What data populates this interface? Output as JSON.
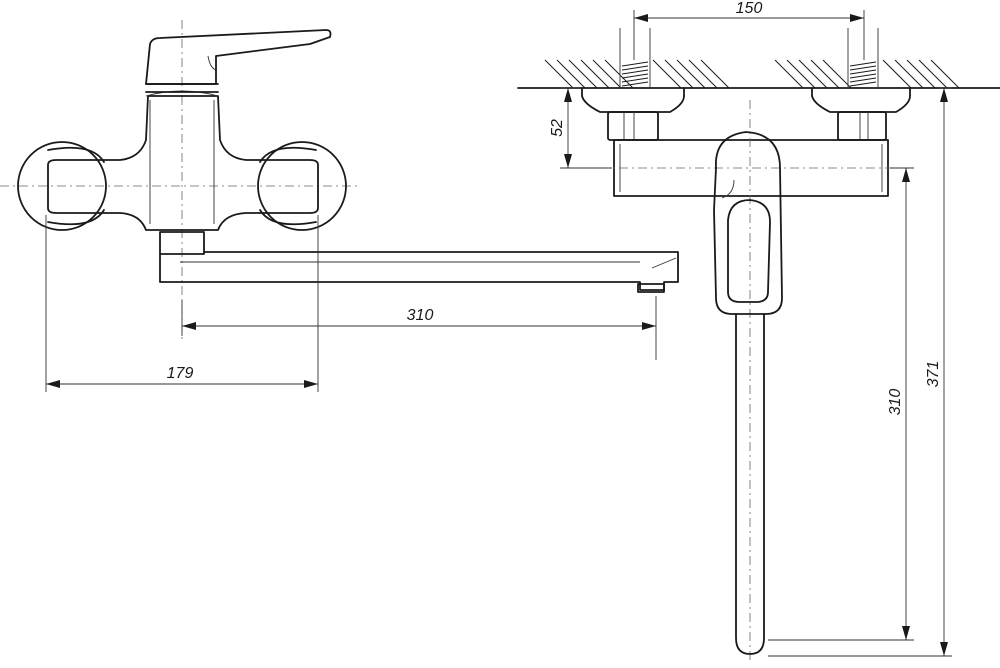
{
  "drawing": {
    "front_view": {
      "dim_spout_reach": "310",
      "dim_body_width": "179"
    },
    "side_view": {
      "dim_pipe_spacing": "150",
      "dim_wall_offset": "52",
      "dim_handle_drop": "310",
      "dim_total_height": "371"
    }
  }
}
